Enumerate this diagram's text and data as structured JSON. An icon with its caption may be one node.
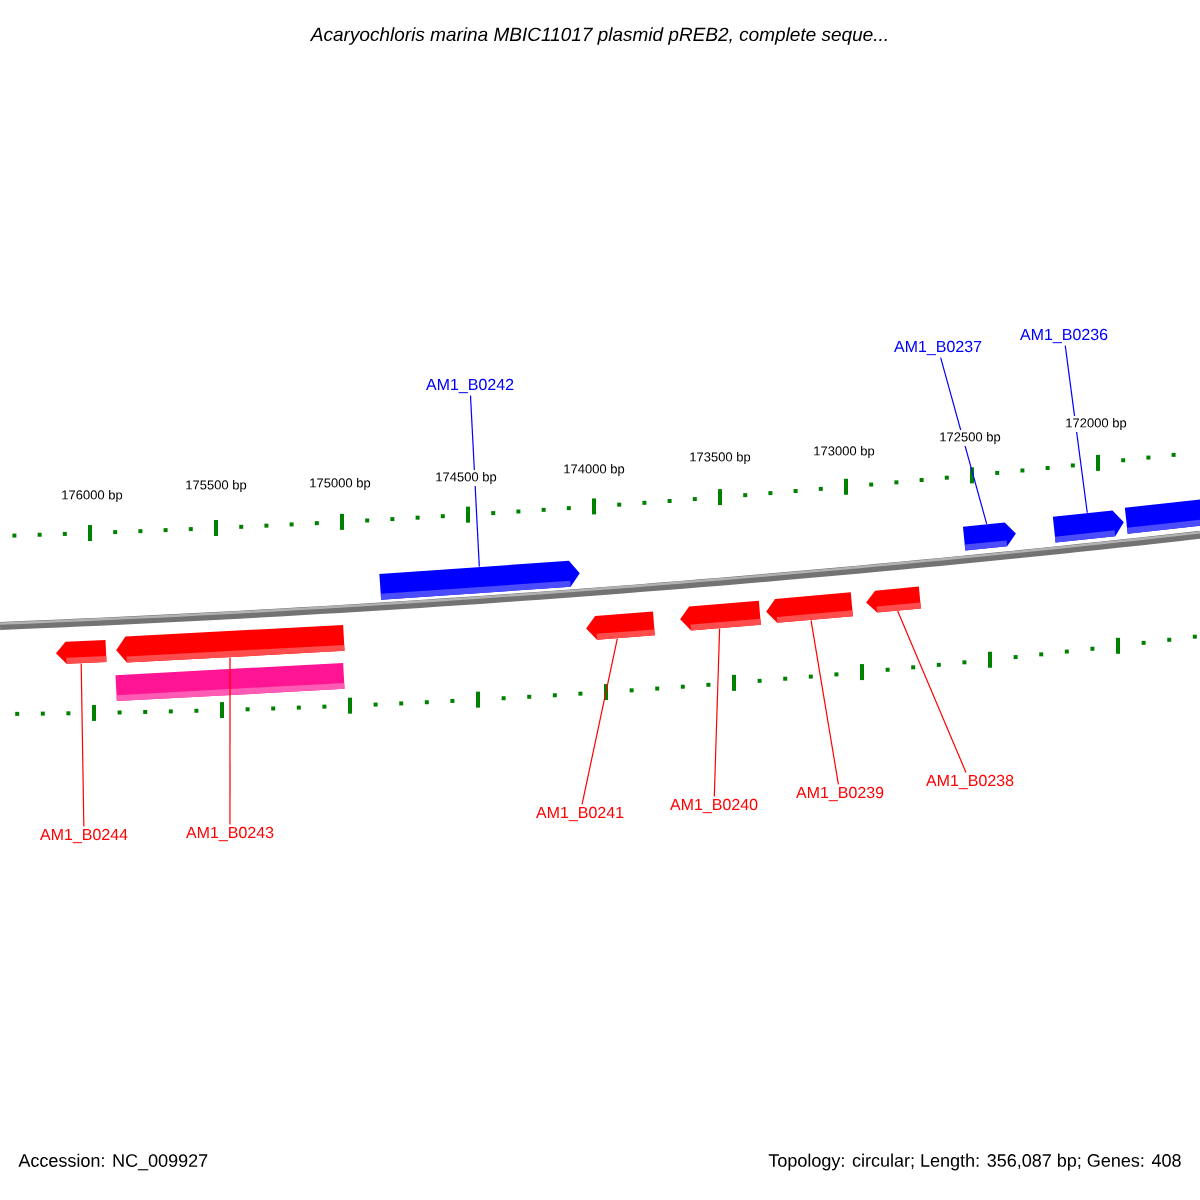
{
  "diagram": {
    "title": "Acaryochloris marina MBIC11017 plasmid pREB2, complete seque...",
    "nodes": [
      {
        "text": [
          "AM1_B0242"
        ]
      },
      {
        "text": [
          "AM1_B0237"
        ]
      },
      {
        "text": [
          "AM1_B0236"
        ]
      },
      {
        "text": [],
        "shape": "box"
      },
      {
        "text": [],
        "shape": "box"
      },
      {
        "text": [],
        "shape": "box"
      },
      {
        "text": [],
        "shape": "box"
      },
      {
        "text": [],
        "shape": "box"
      },
      {
        "text": [],
        "shape": "box"
      },
      {
        "text": [],
        "shape": "bar"
      },
      {
        "text": [],
        "shape": "box"
      },
      {
        "text": [],
        "shape": "box"
      },
      {
        "text": [],
        "shape": "box"
      },
      {
        "text": [],
        "shape": "box"
      },
      {
        "text": [
          "AM1_B0244"
        ]
      },
      {
        "text": [
          "AM1_B0243"
        ]
      },
      {
        "text": [
          "AM1_B0241"
        ]
      },
      {
        "text": [
          "AM1_B0240"
        ]
      },
      {
        "text": [
          "AM1_B0239"
        ]
      },
      {
        "text": [
          "AM1_B0238"
        ]
      }
    ],
    "edges": [
      {
        "from": 0,
        "to": 3,
        "arrow": "none",
        "color": "#0000ff"
      },
      {
        "from": 1,
        "to": 4,
        "arrow": "none",
        "color": "#0000ff"
      },
      {
        "from": 2,
        "to": 5,
        "arrow": "none",
        "color": "#0000ff"
      },
      {
        "from": 14,
        "to": 7,
        "arrow": "none"
      },
      {
        "from": 15,
        "to": 8,
        "arrow": "none"
      },
      {
        "from": 16,
        "to": 10,
        "arrow": "none"
      },
      {
        "from": 17,
        "to": 11,
        "arrow": "none"
      },
      {
        "from": 18,
        "to": 12,
        "arrow": "none"
      },
      {
        "from": 19,
        "to": 13,
        "arrow": "none"
      }
    ],
    "labels": [
      "176000 bp",
      "175500 bp",
      "175000 bp",
      "174500 bp",
      "174000 bp",
      "173500 bp",
      "173000 bp",
      "172500 bp",
      "172000 bp",
      "Accession: NC_009927",
      "Topology: circular; Length: 356,087 bp; Genes: 408"
    ]
  }
}
